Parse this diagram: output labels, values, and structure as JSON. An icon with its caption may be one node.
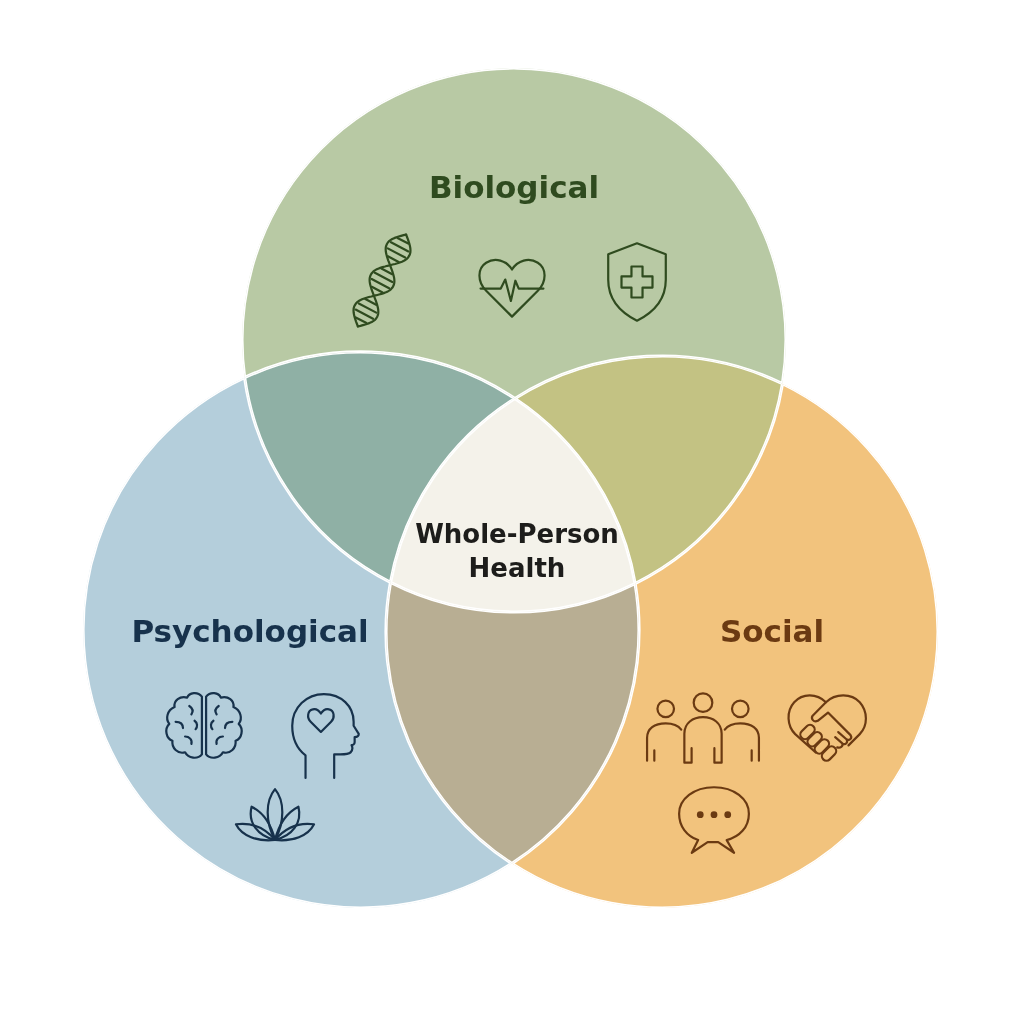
{
  "diagram": {
    "nodes": [
      {
        "text": [
          "Biological"
        ]
      },
      {
        "text": [],
        "shape": "lens"
      },
      {
        "text": [],
        "shape": "lens"
      },
      {
        "text": [
          "Whole-Person Health"
        ]
      },
      {
        "text": [
          "Psychological"
        ]
      },
      {
        "text": [
          "Social"
        ]
      },
      {
        "text": [],
        "shape": "lens"
      }
    ]
  }
}
